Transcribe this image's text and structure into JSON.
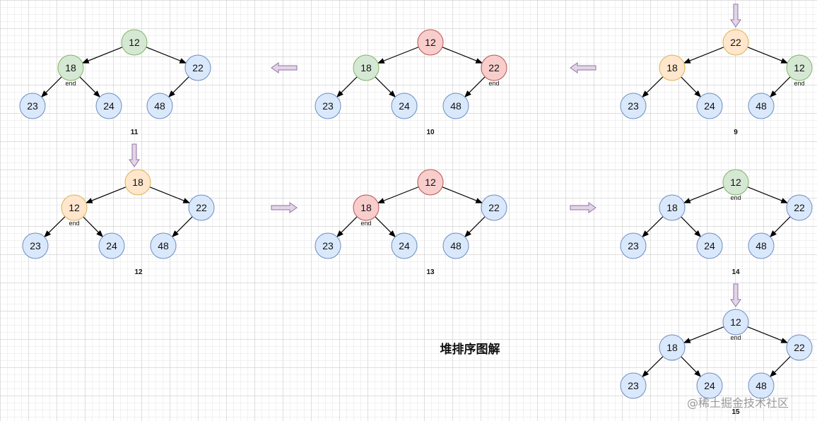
{
  "title": "堆排序图解",
  "watermark": "@稀土掘金技术社区",
  "end_label": "end",
  "colors": {
    "green": {
      "fill": "#d5e8d4",
      "stroke": "#82b366"
    },
    "red": {
      "fill": "#f8cecc",
      "stroke": "#b85450"
    },
    "orange": {
      "fill": "#ffe6cc",
      "stroke": "#d6b656"
    },
    "blue": {
      "fill": "#dae8fc",
      "stroke": "#6c8ebf"
    },
    "arrow_fill": "#e1d5e7",
    "arrow_stroke": "#9673a6"
  },
  "trees": [
    {
      "step": "11",
      "nodes": [
        {
          "value": "12",
          "color": "green"
        },
        {
          "value": "18",
          "color": "green",
          "end": true
        },
        {
          "value": "22",
          "color": "blue"
        },
        {
          "value": "23",
          "color": "blue"
        },
        {
          "value": "24",
          "color": "blue"
        },
        {
          "value": "48",
          "color": "blue"
        }
      ]
    },
    {
      "step": "10",
      "nodes": [
        {
          "value": "12",
          "color": "red"
        },
        {
          "value": "18",
          "color": "green"
        },
        {
          "value": "22",
          "color": "red",
          "end": true
        },
        {
          "value": "23",
          "color": "blue"
        },
        {
          "value": "24",
          "color": "blue"
        },
        {
          "value": "48",
          "color": "blue"
        }
      ]
    },
    {
      "step": "9",
      "nodes": [
        {
          "value": "22",
          "color": "orange"
        },
        {
          "value": "18",
          "color": "orange"
        },
        {
          "value": "12",
          "color": "green",
          "end": true
        },
        {
          "value": "23",
          "color": "blue"
        },
        {
          "value": "24",
          "color": "blue"
        },
        {
          "value": "48",
          "color": "blue"
        }
      ]
    },
    {
      "step": "12",
      "nodes": [
        {
          "value": "18",
          "color": "orange"
        },
        {
          "value": "12",
          "color": "orange",
          "end": true
        },
        {
          "value": "22",
          "color": "blue"
        },
        {
          "value": "23",
          "color": "blue"
        },
        {
          "value": "24",
          "color": "blue"
        },
        {
          "value": "48",
          "color": "blue"
        }
      ]
    },
    {
      "step": "13",
      "nodes": [
        {
          "value": "12",
          "color": "red"
        },
        {
          "value": "18",
          "color": "red",
          "end": true
        },
        {
          "value": "22",
          "color": "blue"
        },
        {
          "value": "23",
          "color": "blue"
        },
        {
          "value": "24",
          "color": "blue"
        },
        {
          "value": "48",
          "color": "blue"
        }
      ]
    },
    {
      "step": "14",
      "nodes": [
        {
          "value": "12",
          "color": "green",
          "end": true
        },
        {
          "value": "18",
          "color": "blue"
        },
        {
          "value": "22",
          "color": "blue"
        },
        {
          "value": "23",
          "color": "blue"
        },
        {
          "value": "24",
          "color": "blue"
        },
        {
          "value": "48",
          "color": "blue"
        }
      ]
    },
    {
      "step": "15",
      "nodes": [
        {
          "value": "12",
          "color": "blue",
          "end": true
        },
        {
          "value": "18",
          "color": "blue"
        },
        {
          "value": "22",
          "color": "blue"
        },
        {
          "value": "23",
          "color": "blue"
        },
        {
          "value": "24",
          "color": "blue"
        },
        {
          "value": "48",
          "color": "blue"
        }
      ]
    }
  ]
}
